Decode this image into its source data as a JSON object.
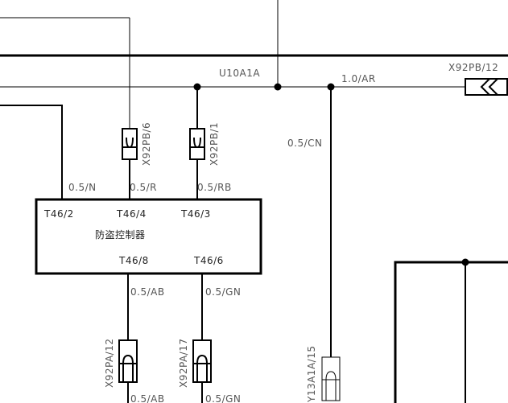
{
  "labels": {
    "u10a1a": "U10A1A",
    "x92pb12": "X92PB/12",
    "w_1_0_ar": "1.0/AR",
    "x92pb6": "X92PB/6",
    "x92pb1": "X92PB/1",
    "w_0_5_cn": "0.5/CN",
    "w_0_5_n": "0.5/N",
    "w_0_5_r": "0.5/R",
    "w_0_5_rb": "0.5/RB",
    "t46_2": "T46/2",
    "t46_4": "T46/4",
    "t46_3": "T46/3",
    "module_name": "防盗控制器",
    "t46_8": "T46/8",
    "t46_6": "T46/6",
    "w_0_5_ab": "0.5/AB",
    "w_0_5_gn": "0.5/GN",
    "x92pa12": "X92PA/12",
    "x92pa17": "X92PA/17",
    "y13a1a15": "Y13A1A/15",
    "w_0_5_ab_bottom": "0.5/AB",
    "w_0_5_gn_bottom": "0.5/GN"
  }
}
